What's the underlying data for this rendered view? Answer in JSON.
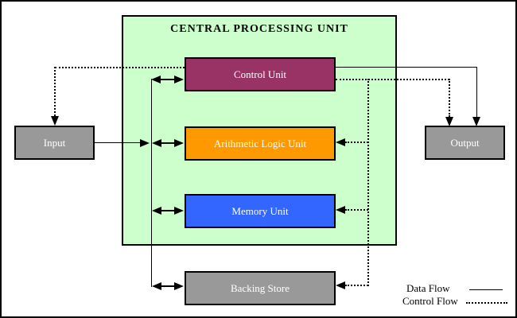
{
  "diagram": {
    "title": "CENTRAL PROCESSING UNIT",
    "units": {
      "control": {
        "label": "Control Unit",
        "color": "#993366"
      },
      "alu": {
        "label": "Arithmetic Logic Unit",
        "color": "#FF9900"
      },
      "memory": {
        "label": "Memory Unit",
        "color": "#3366FF"
      },
      "input": {
        "label": "Input",
        "color": "#999999"
      },
      "output": {
        "label": "Output",
        "color": "#999999"
      },
      "backing_store": {
        "label": "Backing Store",
        "color": "#999999"
      }
    },
    "cpu_background": "#CCFFCC",
    "line_color": "#000000",
    "legend": {
      "data_flow": {
        "label": "Data Flow",
        "style": "solid"
      },
      "control_flow": {
        "label": "Control Flow",
        "style": "dotted"
      }
    }
  }
}
